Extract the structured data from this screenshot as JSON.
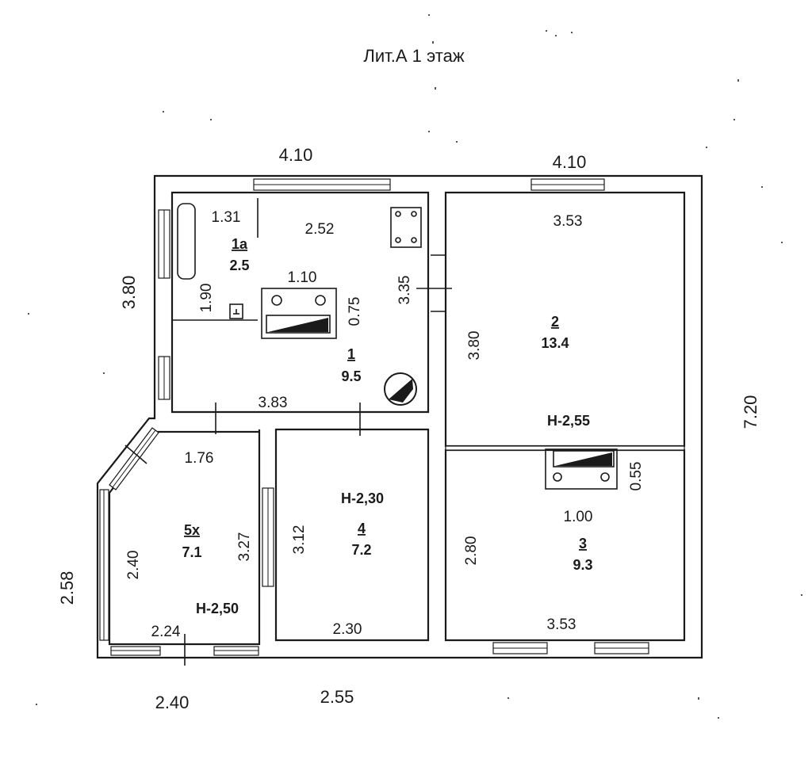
{
  "title": "Лит.А 1 этаж",
  "outer_dimensions": {
    "top_left_width": "4.10",
    "top_right_width": "4.10",
    "left_height": "3.80",
    "right_height": "7.20",
    "bottom_left_height": "2.58",
    "bottom_left_width": "2.40",
    "bottom_middle_width": "2.55"
  },
  "rooms": [
    {
      "id": "1a",
      "number": "1а",
      "area": "2.5",
      "dims": [
        "1.31",
        "1.90"
      ]
    },
    {
      "id": "1",
      "number": "1",
      "area": "9.5",
      "dims": [
        "2.52",
        "3.35",
        "3.83",
        "1.10",
        "0.75"
      ]
    },
    {
      "id": "2",
      "number": "2",
      "area": "13.4",
      "height": "Н-2,55",
      "dims": [
        "3.53",
        "3.80"
      ]
    },
    {
      "id": "3",
      "number": "3",
      "area": "9.3",
      "dims": [
        "1.00",
        "0.55",
        "2.80",
        "3.53"
      ]
    },
    {
      "id": "4",
      "number": "4",
      "area": "7.2",
      "height": "Н-2,30",
      "dims": [
        "3.12",
        "2.30"
      ]
    },
    {
      "id": "5",
      "number": "5х",
      "area": "7.1",
      "height": "Н-2,50",
      "dims": [
        "1.76",
        "3.27",
        "2.40",
        "2.24"
      ]
    }
  ]
}
